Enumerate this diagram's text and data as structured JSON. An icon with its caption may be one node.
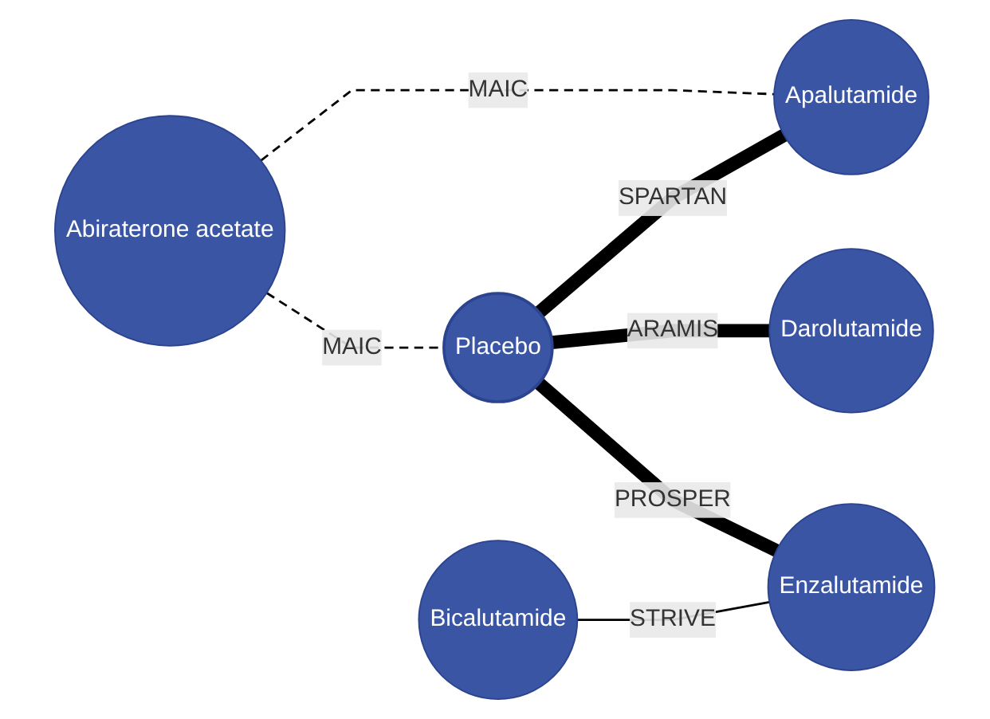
{
  "diagram": {
    "nodes": [
      {
        "text": [
          "Abiraterone acetate"
        ]
      },
      {
        "text": [
          "Apalutamide"
        ]
      },
      {
        "text": [
          "Placebo"
        ]
      },
      {
        "text": [
          "Darolutamide"
        ]
      },
      {
        "text": [
          "Bicalutamide"
        ]
      },
      {
        "text": [
          "Enzalutamide"
        ]
      }
    ],
    "edges": [
      {
        "from": 0,
        "to": 1,
        "arrow": "none",
        "label": "MAIC",
        "style": "dashed"
      },
      {
        "from": 0,
        "to": 2,
        "arrow": "none",
        "label": "MAIC",
        "style": "dashed"
      },
      {
        "from": 2,
        "to": 1,
        "arrow": "none",
        "label": "SPARTAN",
        "style": "thick"
      },
      {
        "from": 2,
        "to": 3,
        "arrow": "none",
        "label": "ARAMIS",
        "style": "thick"
      },
      {
        "from": 2,
        "to": 5,
        "arrow": "none",
        "label": "PROSPER",
        "style": "thick"
      },
      {
        "from": 4,
        "to": 5,
        "arrow": "none",
        "label": "STRIVE"
      }
    ]
  }
}
